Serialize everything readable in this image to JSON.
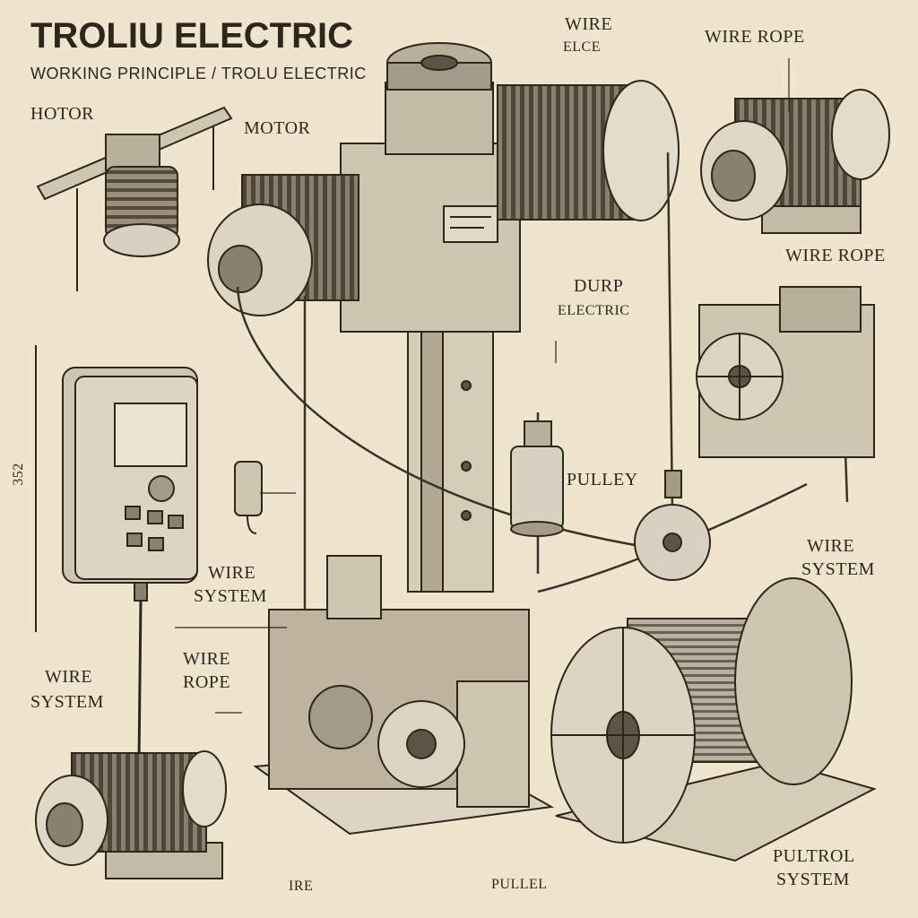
{
  "header": {
    "title": "TROLIU ELECTRIC",
    "subtitle": "WORKING PRINCIPLE / TROLU ELECTRIC"
  },
  "labels": {
    "motor_top_left": "HOTOR",
    "motor_center": "MOTOR",
    "wire_top": "WIRE",
    "wire_top_sub": "ELCE",
    "wire_rope_top_right": "WIRE ROPE",
    "wire_rope_right": "WIRE ROPE",
    "durp": "DURP",
    "electric_mid": "ELECTRIC",
    "pulley_mid": "PULLEY",
    "wire_system_right_line1": "WIRE",
    "wire_system_right_line2": "SYSTEM",
    "wire_system_center_line1": "WIRE",
    "wire_system_center_line2": "SYSTEM",
    "wire_rope_center_line1": "WIRE",
    "wire_rope_center_line2": "ROPE",
    "wire_system_left_line1": "WIRE",
    "wire_system_left_line2": "SYSTEM",
    "dimension_left": "352",
    "bottom_ire": "IRE",
    "bottom_pullel": "PULLEL",
    "pultrol_line1": "PULTROL",
    "pultrol_line2": "SYSTEM"
  },
  "colors": {
    "paper": "#efe5cf",
    "ink": "#2e2619",
    "metal_light": "#d8d0c0",
    "metal_mid": "#a49a88",
    "metal_dark": "#5c5446"
  }
}
